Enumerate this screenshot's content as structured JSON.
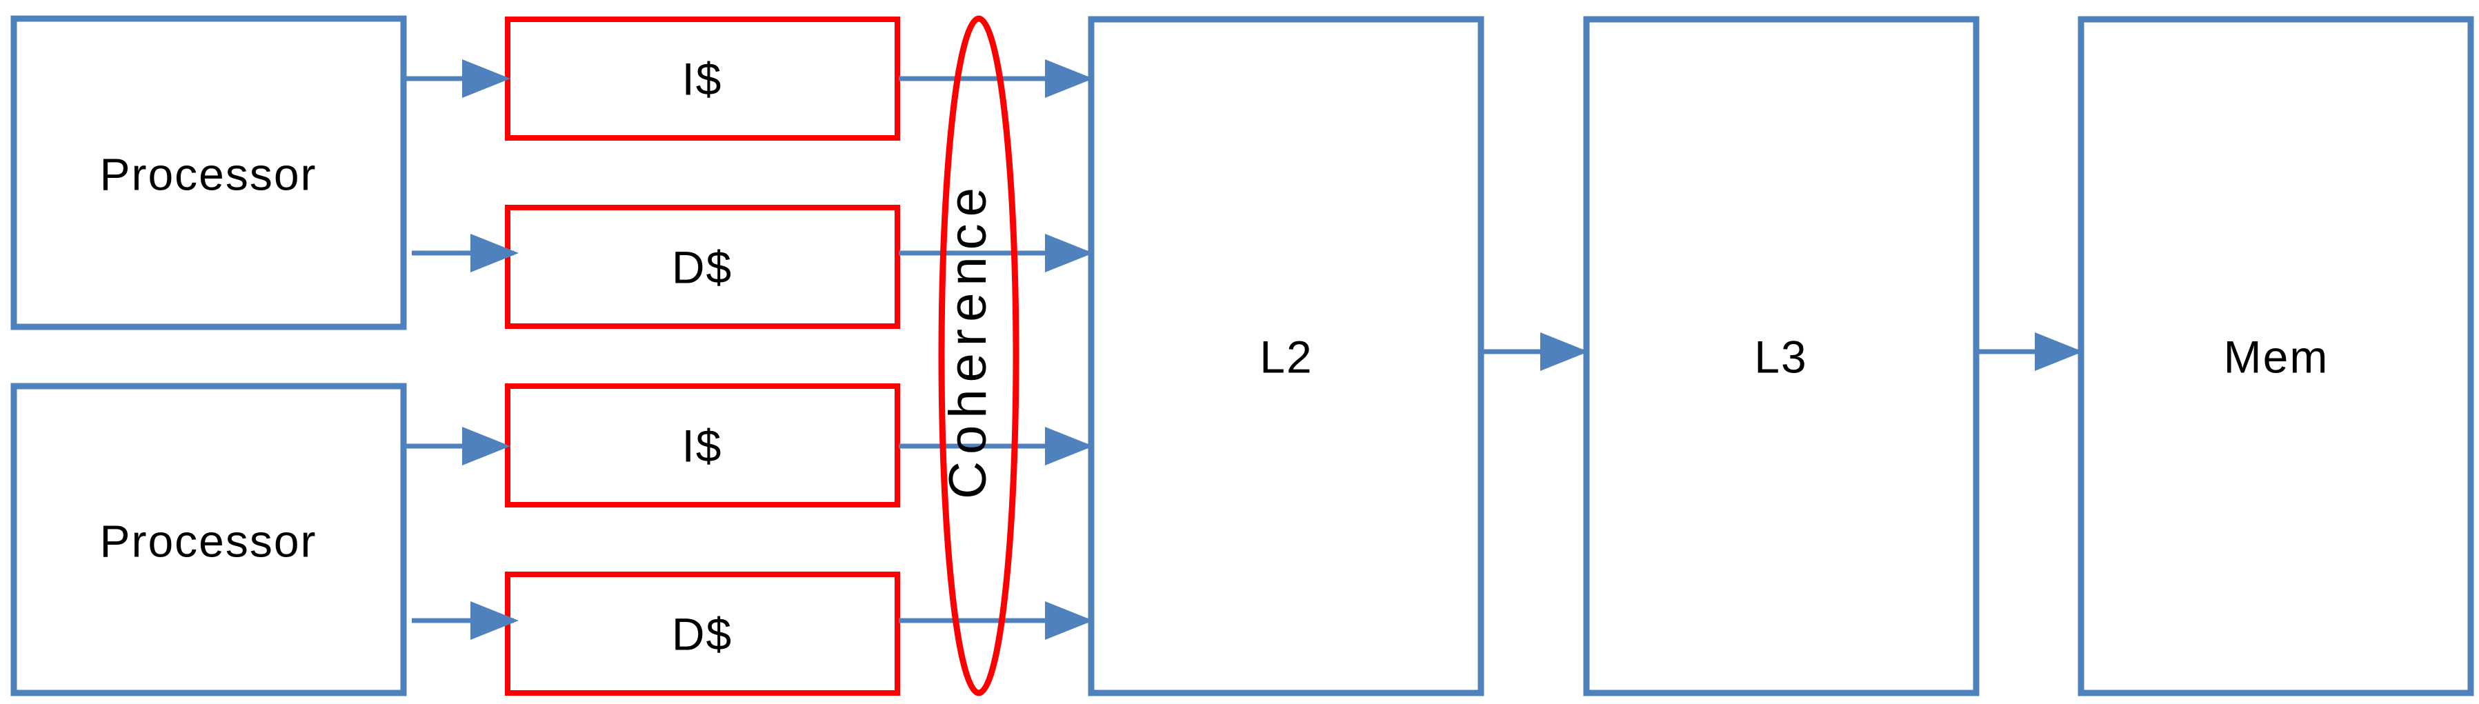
{
  "diagram": {
    "processors": [
      {
        "label": "Processor"
      },
      {
        "label": "Processor"
      }
    ],
    "caches": [
      {
        "label": "I$"
      },
      {
        "label": "D$"
      },
      {
        "label": "I$"
      },
      {
        "label": "D$"
      }
    ],
    "coherence": {
      "label": "Coherence"
    },
    "l2": {
      "label": "L2"
    },
    "l3": {
      "label": "L3"
    },
    "mem": {
      "label": "Mem"
    }
  },
  "colors": {
    "memory_hierarchy": "#4f81bd",
    "private_cache": "#ff0000",
    "text": "#000000"
  }
}
